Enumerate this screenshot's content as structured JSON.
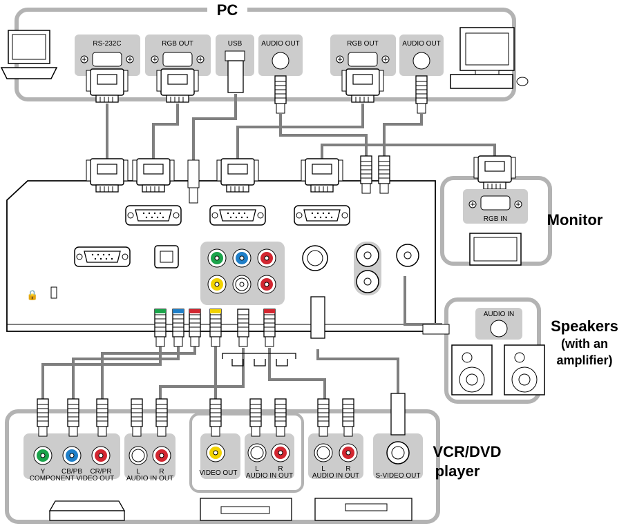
{
  "groups": {
    "pc": "PC",
    "monitor": "Monitor",
    "speakers_1": "Speakers",
    "speakers_2": "(with an",
    "speakers_3": "amplifier)",
    "vcr_1": "VCR/DVD",
    "vcr_2": "player"
  },
  "pc_ports": {
    "rs232c": "RS-232C",
    "rgb_out_1": "RGB OUT",
    "usb": "USB",
    "audio_out_1": "AUDIO OUT",
    "rgb_out_2": "RGB OUT",
    "audio_out_2": "AUDIO OUT"
  },
  "monitor_port": "RGB IN",
  "speaker_port": "AUDIO IN",
  "component_ports": {
    "y": "Y",
    "cb": "CB/PB",
    "cr": "CR/PR",
    "caption": "COMPONENT VIDEO OUT",
    "l": "L",
    "r": "R",
    "audio": "AUDIO IN OUT"
  },
  "composite_ports": {
    "video": "VIDEO OUT",
    "l": "L",
    "r": "R",
    "audio": "AUDIO IN OUT"
  },
  "svideo_ports": {
    "l": "L",
    "r": "R",
    "audio": "AUDIO IN OUT",
    "svideo": "S-VIDEO OUT"
  },
  "colors": {
    "frame": "#b3b3b3",
    "port_bg": "#cccccc",
    "cable": "#7f7f7f",
    "green": "#1aa34a",
    "blue": "#1f7fc8",
    "red": "#d22630",
    "yellow": "#f2d200",
    "white": "#ffffff"
  }
}
